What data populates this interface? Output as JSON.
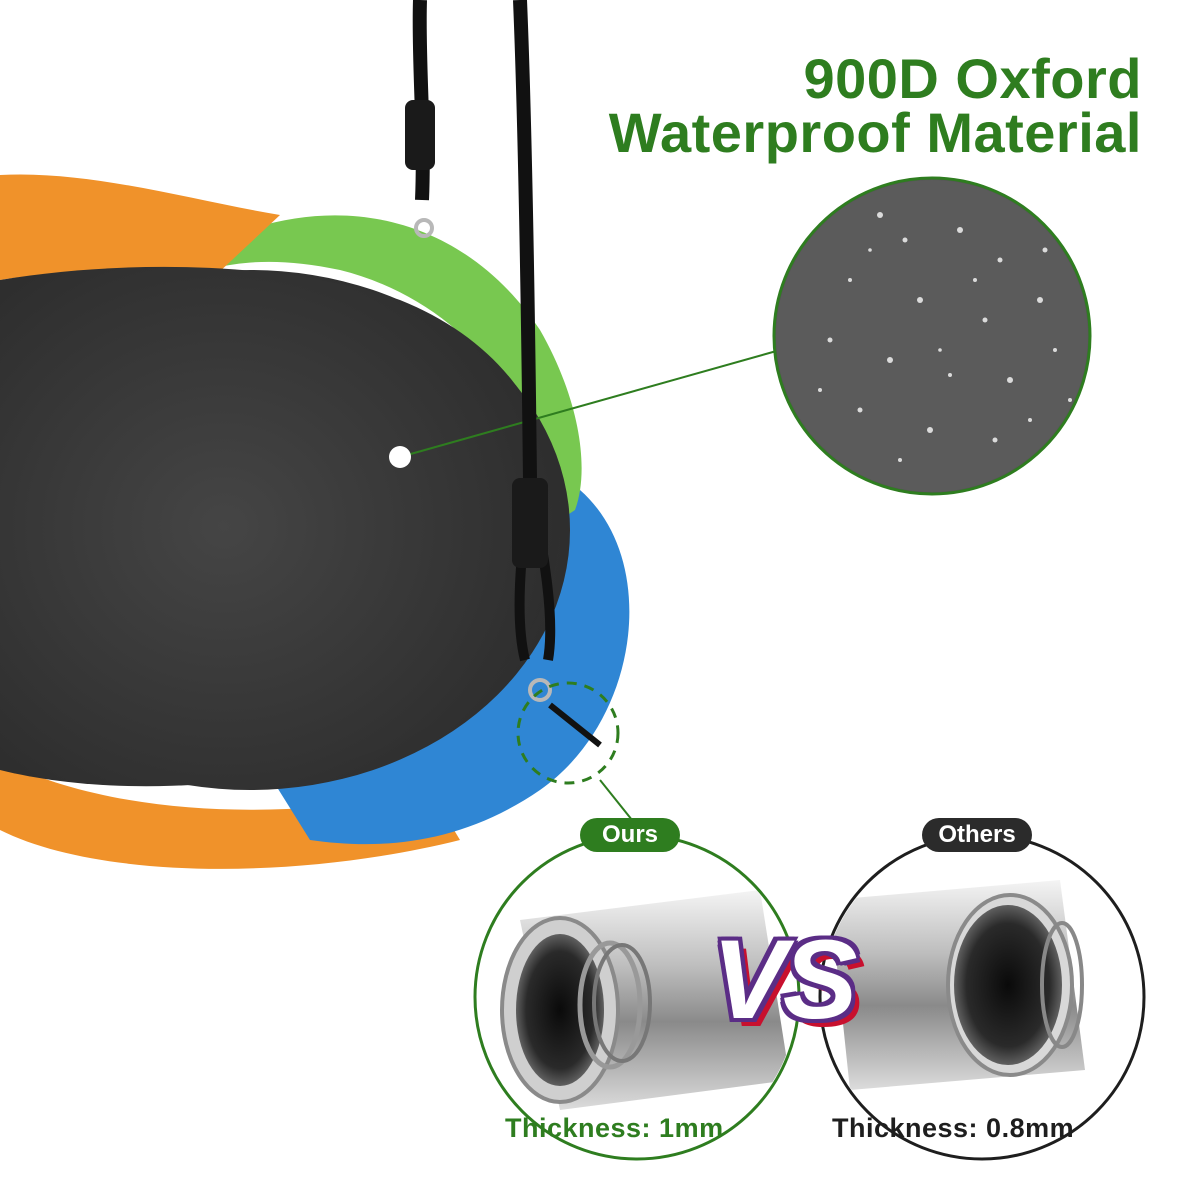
{
  "headline": {
    "line1": "900D Oxford",
    "line2": "Waterproof Material"
  },
  "comparison": {
    "ours_label": "Ours",
    "others_label": "Others",
    "vs_text": "VS",
    "ours_thickness": "Thickness: 1mm",
    "others_thickness": "Thickness: 0.8mm"
  },
  "colors": {
    "accent_green": "#2e7d1f",
    "badge_dark": "#2b2b2b",
    "orange": "#f0922a",
    "green": "#78c850",
    "blue": "#2f86d4",
    "fabric": "#3a3a3a"
  }
}
